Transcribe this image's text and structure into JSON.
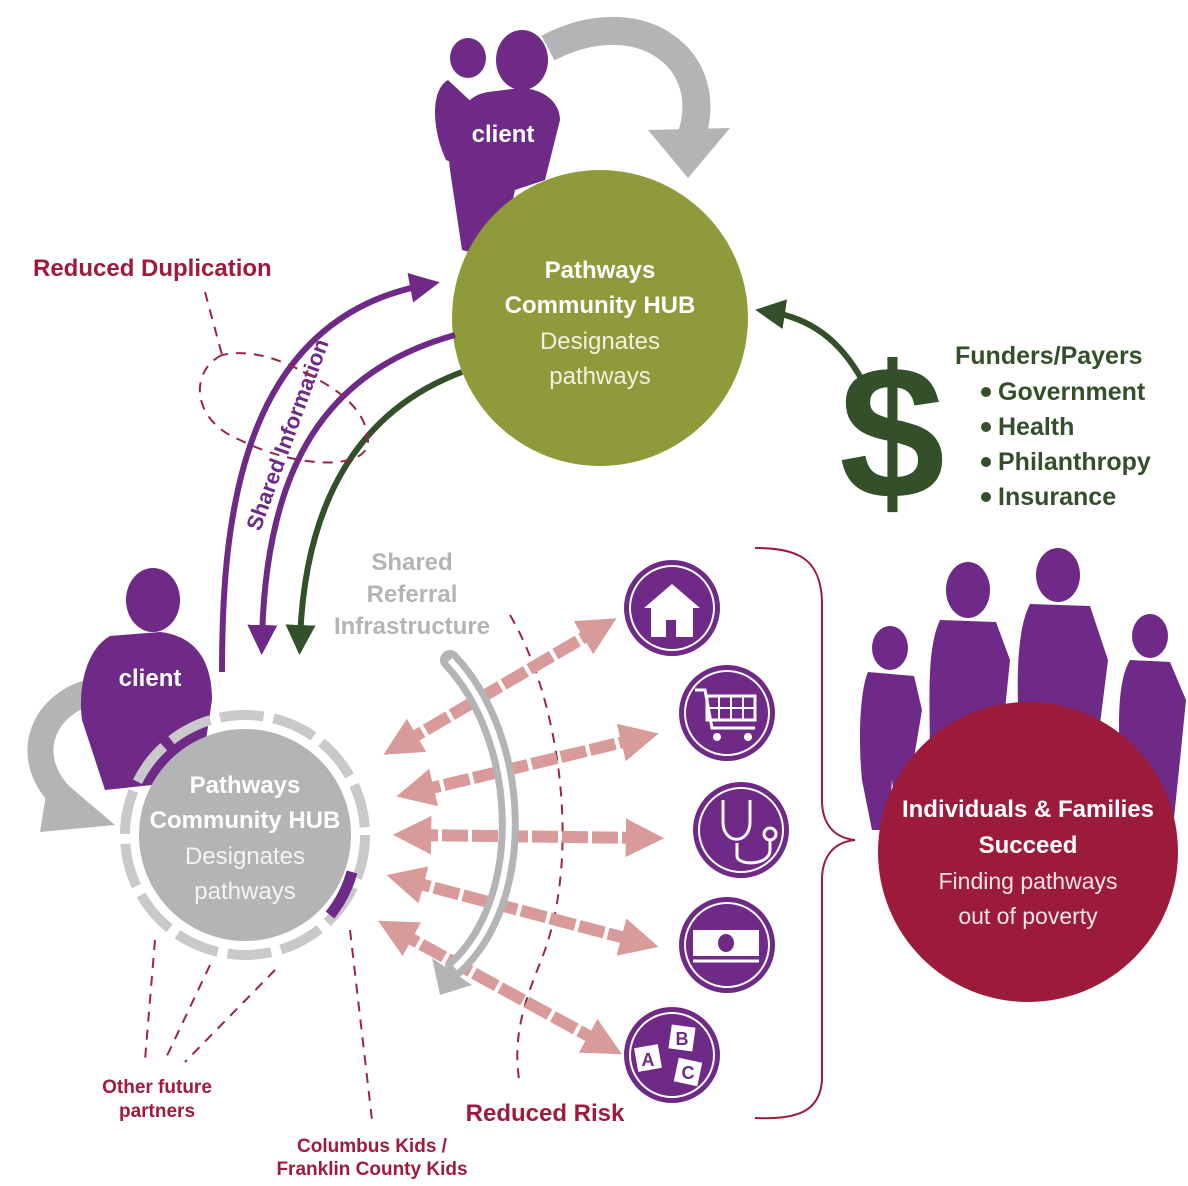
{
  "colors": {
    "purple": "#6e2a86",
    "olive": "#8f9a3a",
    "maroon": "#9c1b3b",
    "darkgreen": "#33502a",
    "gray": "#b4b4b6",
    "salmon": "#d99a9a",
    "dashed": "#9c2540",
    "label_red": "#a01a3c"
  },
  "top_hub": {
    "client_label": "client",
    "title_line1": "Pathways",
    "title_line2": "Community HUB",
    "desc_line1": "Designates",
    "desc_line2": "pathways"
  },
  "bottom_hub": {
    "client_label": "client",
    "title_line1": "Pathways",
    "title_line2": "Community HUB",
    "desc_line1": "Designates",
    "desc_line2": "pathways"
  },
  "labels": {
    "reduced_duplication": "Reduced Duplication",
    "shared_information": "Shared Information",
    "shared_referral_line1": "Shared",
    "shared_referral_line2": "Referral",
    "shared_referral_line3": "Infrastructure",
    "reduced_risk": "Reduced Risk",
    "other_partners_line1": "Other future",
    "other_partners_line2": "partners",
    "columbus_line1": "Columbus Kids /",
    "columbus_line2": "Franklin County Kids"
  },
  "funders": {
    "symbol": "$",
    "title": "Funders/Payers",
    "items": [
      "Government",
      "Health",
      "Philanthropy",
      "Insurance"
    ]
  },
  "success": {
    "title_line1": "Individuals & Families",
    "title_line2": "Succeed",
    "desc_line1": "Finding pathways",
    "desc_line2": "out of poverty"
  },
  "services": [
    {
      "icon": "house-icon"
    },
    {
      "icon": "shopping-cart-icon"
    },
    {
      "icon": "stethoscope-icon"
    },
    {
      "icon": "money-icon"
    },
    {
      "icon": "abc-blocks-icon"
    }
  ]
}
